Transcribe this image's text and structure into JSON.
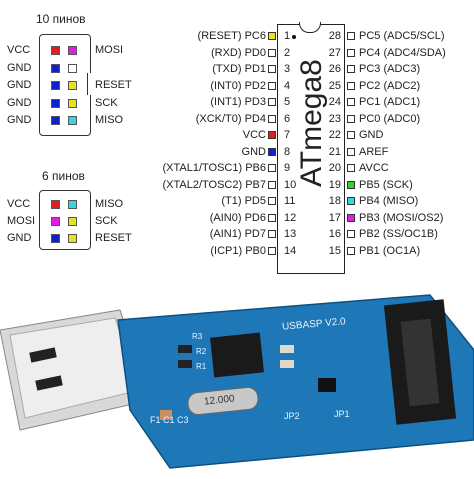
{
  "header10": {
    "title": "10 пинов"
  },
  "conn10": {
    "left": [
      "VCC",
      "GND",
      "GND",
      "GND",
      "GND"
    ],
    "right": [
      "MOSI",
      "",
      "RESET",
      "SCK",
      "MISO"
    ],
    "colors_left": [
      "#e02020",
      "#1020d0",
      "#1020d0",
      "#1020d0",
      "#1020d0"
    ],
    "colors_right": [
      "#e020e0",
      "#ffffff",
      "#e8e020",
      "#e8e020",
      "#30d8e0"
    ]
  },
  "header6": {
    "title": "6 пинов"
  },
  "conn6": {
    "left": [
      "VCC",
      "MOSI",
      "GND"
    ],
    "right": [
      "MISO",
      "SCK",
      "RESET"
    ],
    "colors_left": [
      "#e02020",
      "#e020e0",
      "#1020d0"
    ],
    "colors_right": [
      "#30d8e0",
      "#e8e020",
      "#e8e020"
    ]
  },
  "chip": {
    "name": "ATmega8",
    "left_pins": [
      {
        "num": "1",
        "label": "(RESET) PC6",
        "color": "#f0e020"
      },
      {
        "num": "2",
        "label": "(RXD) PD0",
        "color": "#ffffff"
      },
      {
        "num": "3",
        "label": "(TXD) PD1",
        "color": "#ffffff"
      },
      {
        "num": "4",
        "label": "(INT0) PD2",
        "color": "#ffffff"
      },
      {
        "num": "5",
        "label": "(INT1) PD3",
        "color": "#ffffff"
      },
      {
        "num": "6",
        "label": "(XCK/T0) PD4",
        "color": "#ffffff"
      },
      {
        "num": "7",
        "label": "VCC",
        "color": "#e02020"
      },
      {
        "num": "8",
        "label": "GND",
        "color": "#1020d0"
      },
      {
        "num": "9",
        "label": "(XTAL1/TOSC1) PB6",
        "color": "#ffffff"
      },
      {
        "num": "10",
        "label": "(XTAL2/TOSC2) PB7",
        "color": "#ffffff"
      },
      {
        "num": "11",
        "label": "(T1) PD5",
        "color": "#ffffff"
      },
      {
        "num": "12",
        "label": "(AIN0) PD6",
        "color": "#ffffff"
      },
      {
        "num": "13",
        "label": "(AIN1) PD7",
        "color": "#ffffff"
      },
      {
        "num": "14",
        "label": "(ICP1) PB0",
        "color": "#ffffff"
      }
    ],
    "right_pins": [
      {
        "num": "28",
        "label": "PC5 (ADC5/SCL)",
        "color": "#ffffff"
      },
      {
        "num": "27",
        "label": "PC4 (ADC4/SDA)",
        "color": "#ffffff"
      },
      {
        "num": "26",
        "label": "PC3 (ADC3)",
        "color": "#ffffff"
      },
      {
        "num": "25",
        "label": "PC2 (ADC2)",
        "color": "#ffffff"
      },
      {
        "num": "24",
        "label": "PC1 (ADC1)",
        "color": "#ffffff"
      },
      {
        "num": "23",
        "label": "PC0 (ADC0)",
        "color": "#ffffff"
      },
      {
        "num": "22",
        "label": "GND",
        "color": "#ffffff"
      },
      {
        "num": "21",
        "label": "AREF",
        "color": "#ffffff"
      },
      {
        "num": "20",
        "label": "AVCC",
        "color": "#ffffff"
      },
      {
        "num": "19",
        "label": "PB5 (SCK)",
        "color": "#30d030"
      },
      {
        "num": "18",
        "label": "PB4 (MISO)",
        "color": "#30d8e0"
      },
      {
        "num": "17",
        "label": "PB3 (MOSI/OS2)",
        "color": "#e020e0"
      },
      {
        "num": "16",
        "label": "PB2 (SS/OC1B)",
        "color": "#ffffff"
      },
      {
        "num": "15",
        "label": "PB1 (OC1A)",
        "color": "#ffffff"
      }
    ]
  },
  "board": {
    "name": "USBASP V2.0",
    "crystal": "12.000",
    "jp2": "JP2",
    "jp1": "JP1",
    "silk": "F1 C1 C3",
    "r_labels": [
      "R3",
      "R2",
      "R1"
    ]
  }
}
